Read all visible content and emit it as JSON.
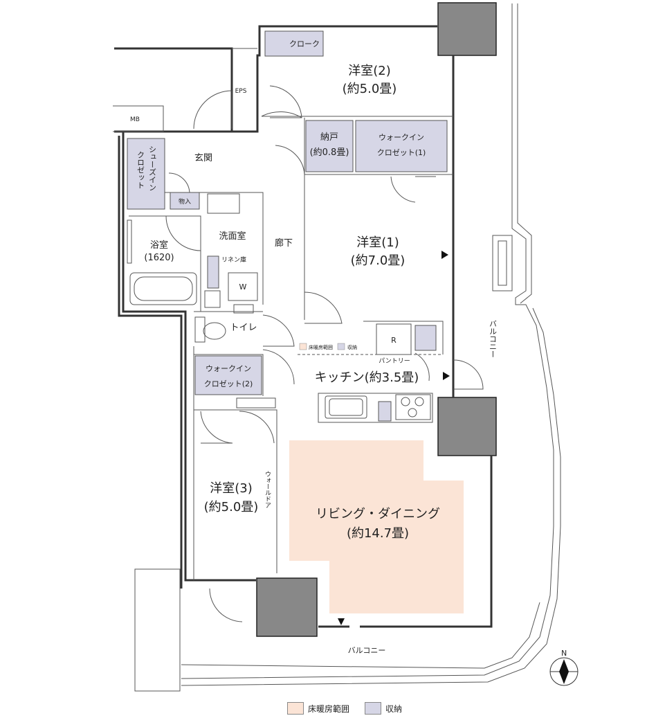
{
  "rooms": {
    "western2": {
      "name": "洋室(2)",
      "size": "(約5.0畳)"
    },
    "western1": {
      "name": "洋室(1)",
      "size": "(約7.0畳)"
    },
    "western3": {
      "name": "洋室(3)",
      "size": "(約5.0畳)"
    },
    "living": {
      "name": "リビング・ダイニング",
      "size": "(約14.7畳)"
    },
    "kitchen": {
      "name": "キッチン(約3.5畳)"
    },
    "bath": {
      "name": "浴室",
      "size": "(1620)"
    },
    "washroom": {
      "name": "洗面室"
    },
    "toilet": {
      "name": "トイレ"
    },
    "hallway": {
      "name": "廊下"
    },
    "entrance": {
      "name": "玄関"
    }
  },
  "storage": {
    "cloak": "クローク",
    "closet_storage": "納戸",
    "closet_storage_size": "(約0.8畳)",
    "wic1_line1": "ウォークイン",
    "wic1_line2": "クロゼット(1)",
    "wic2_line1": "ウォークイン",
    "wic2_line2": "クロゼット(2)",
    "shoes_col1": "シューズイン",
    "shoes_col2": "クロゼット",
    "storage_small": "物入",
    "linen": "リネン庫",
    "pantry": "パントリー"
  },
  "equipment": {
    "eps": "EPS",
    "mb": "MB",
    "washer": "W",
    "fridge": "R",
    "wall_door": "ウォールドア"
  },
  "balcony": {
    "bottom": "バルコニー",
    "side": "バルコニー"
  },
  "compass": {
    "north": "N"
  },
  "legend": {
    "heated": {
      "label": "床暖房範囲",
      "color": "#fbe4d6"
    },
    "storage": {
      "label": "収納",
      "color": "#d6d6e6"
    }
  },
  "small_legend": {
    "heated": "床暖房範囲",
    "storage": "収納"
  }
}
